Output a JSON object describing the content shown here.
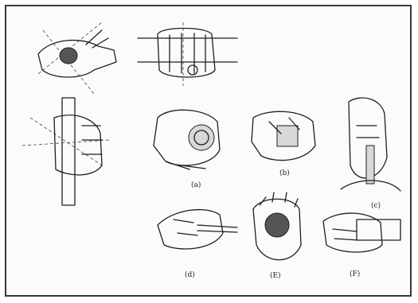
{
  "figure": {
    "panels": [
      {
        "id": "a",
        "label": "(a)"
      },
      {
        "id": "b",
        "label": "(b)"
      },
      {
        "id": "c",
        "label": "(c)"
      },
      {
        "id": "d",
        "label": "(d)"
      },
      {
        "id": "e",
        "label": "(E)"
      },
      {
        "id": "f",
        "label": "(F)"
      }
    ]
  }
}
